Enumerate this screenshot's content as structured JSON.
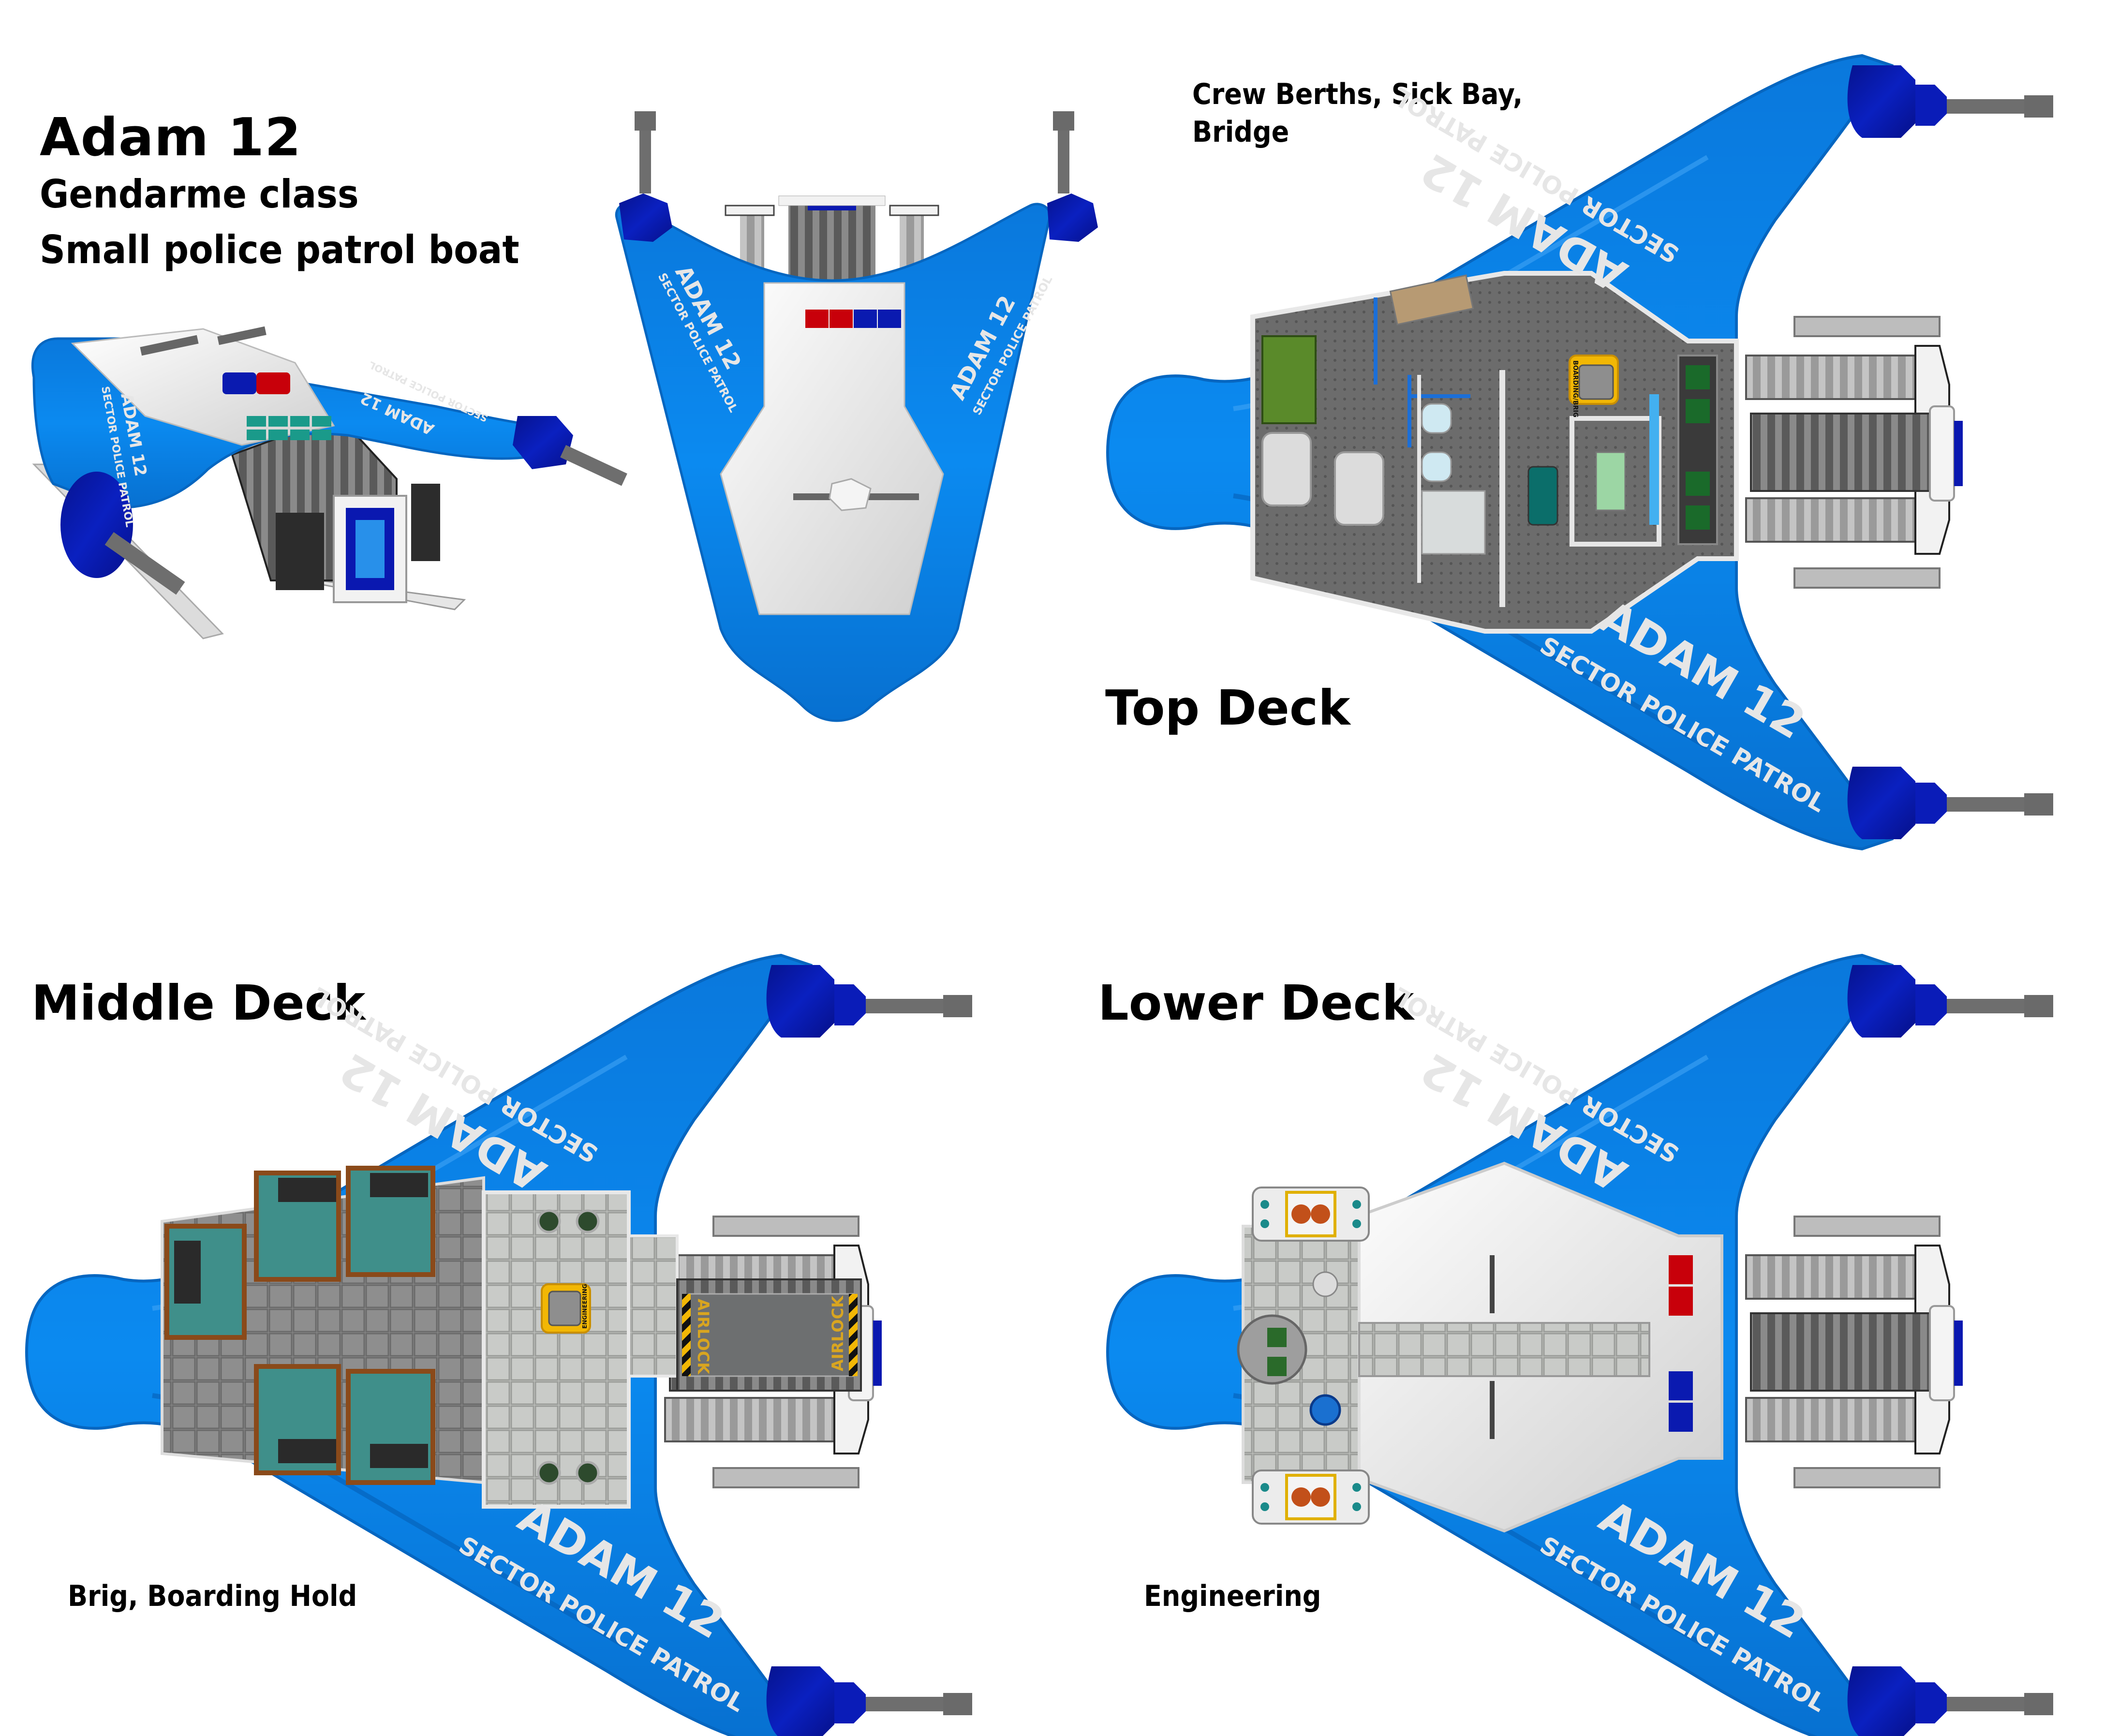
{
  "header": {
    "title": "Adam 12",
    "class_line": "Gendarme class",
    "type_line": "Small police patrol boat"
  },
  "hull_markings": {
    "name": "ADAM 12",
    "service": "SECTOR POLICE PATROL"
  },
  "decks": [
    {
      "title": "Top Deck",
      "description_line1": "Crew Berths, Sick Bay,",
      "description_line2": "Bridge",
      "hatch_label": "BOARDING/BRIG"
    },
    {
      "title": "Middle Deck",
      "description": "Brig, Boarding Hold",
      "hatch_label": "ENGINEERING",
      "airlock_label": "AIRLOCK"
    },
    {
      "title": "Lower Deck",
      "description": "Engineering"
    }
  ],
  "colors": {
    "hull_blue": "#0a84e8",
    "hull_blue_dark": "#0769c4",
    "pod_blue": "#0a18a8",
    "gun_gray": "#6e6e6e",
    "light_red": "#c8000a",
    "light_blue": "#0a1ab0",
    "hatch_yellow": "#f2b705",
    "marking_text": "#e6e6e6"
  }
}
